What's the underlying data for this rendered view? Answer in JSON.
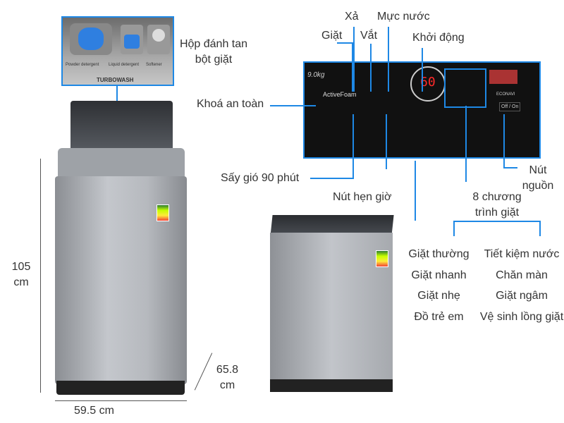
{
  "dispenser": {
    "label_line1": "Hộp đánh tan",
    "label_line2": "bột giặt",
    "slots": [
      "Powder detergent",
      "Liquid detergent",
      "Softener"
    ],
    "brand": "TURBOWASH"
  },
  "panel": {
    "capacity": "9.0kg",
    "display": "60",
    "power": "Off / On",
    "foam": "ActiveFoam",
    "econavi": "ECONAVI"
  },
  "callouts": {
    "giat": "Giặt",
    "xa": "Xả",
    "vat": "Vắt",
    "muc_nuoc": "Mực nước",
    "khoi_dong": "Khởi động",
    "khoa_an_toan": "Khoá an toàn",
    "say_gio": "Sấy gió 90 phút",
    "hen_gio": "Nút hẹn giờ",
    "nut_nguon_1": "Nút",
    "nut_nguon_2": "nguồn",
    "programs_title_1": "8 chương",
    "programs_title_2": "trình giặt"
  },
  "programs": {
    "left": [
      "Giặt thường",
      "Giặt nhanh",
      "Giặt nhẹ",
      "Đồ trẻ em"
    ],
    "right": [
      "Tiết kiệm nước",
      "Chăn màn",
      "Giặt ngâm",
      "Vệ sinh lồng giặt"
    ]
  },
  "dimensions": {
    "height_value": "105",
    "height_unit": "cm",
    "width": "59.5 cm",
    "depth_value": "65.8",
    "depth_unit": "cm"
  },
  "colors": {
    "accent": "#1e88e5",
    "panel_bg": "#111111",
    "led": "#ff2a2a"
  }
}
